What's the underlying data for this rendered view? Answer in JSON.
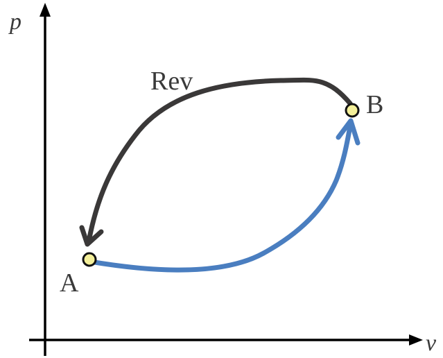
{
  "axes": {
    "x_label": "v",
    "y_label": "p"
  },
  "points": {
    "a_label": "A",
    "b_label": "B"
  },
  "paths": {
    "reversible_label": "Rev"
  },
  "colors": {
    "axis": "#000000",
    "reversible_path": "#3a3838",
    "other_path": "#4a7ec0",
    "state_point_fill": "#f4f09a",
    "state_point_stroke": "#111111",
    "text": "#3a3a3a"
  }
}
